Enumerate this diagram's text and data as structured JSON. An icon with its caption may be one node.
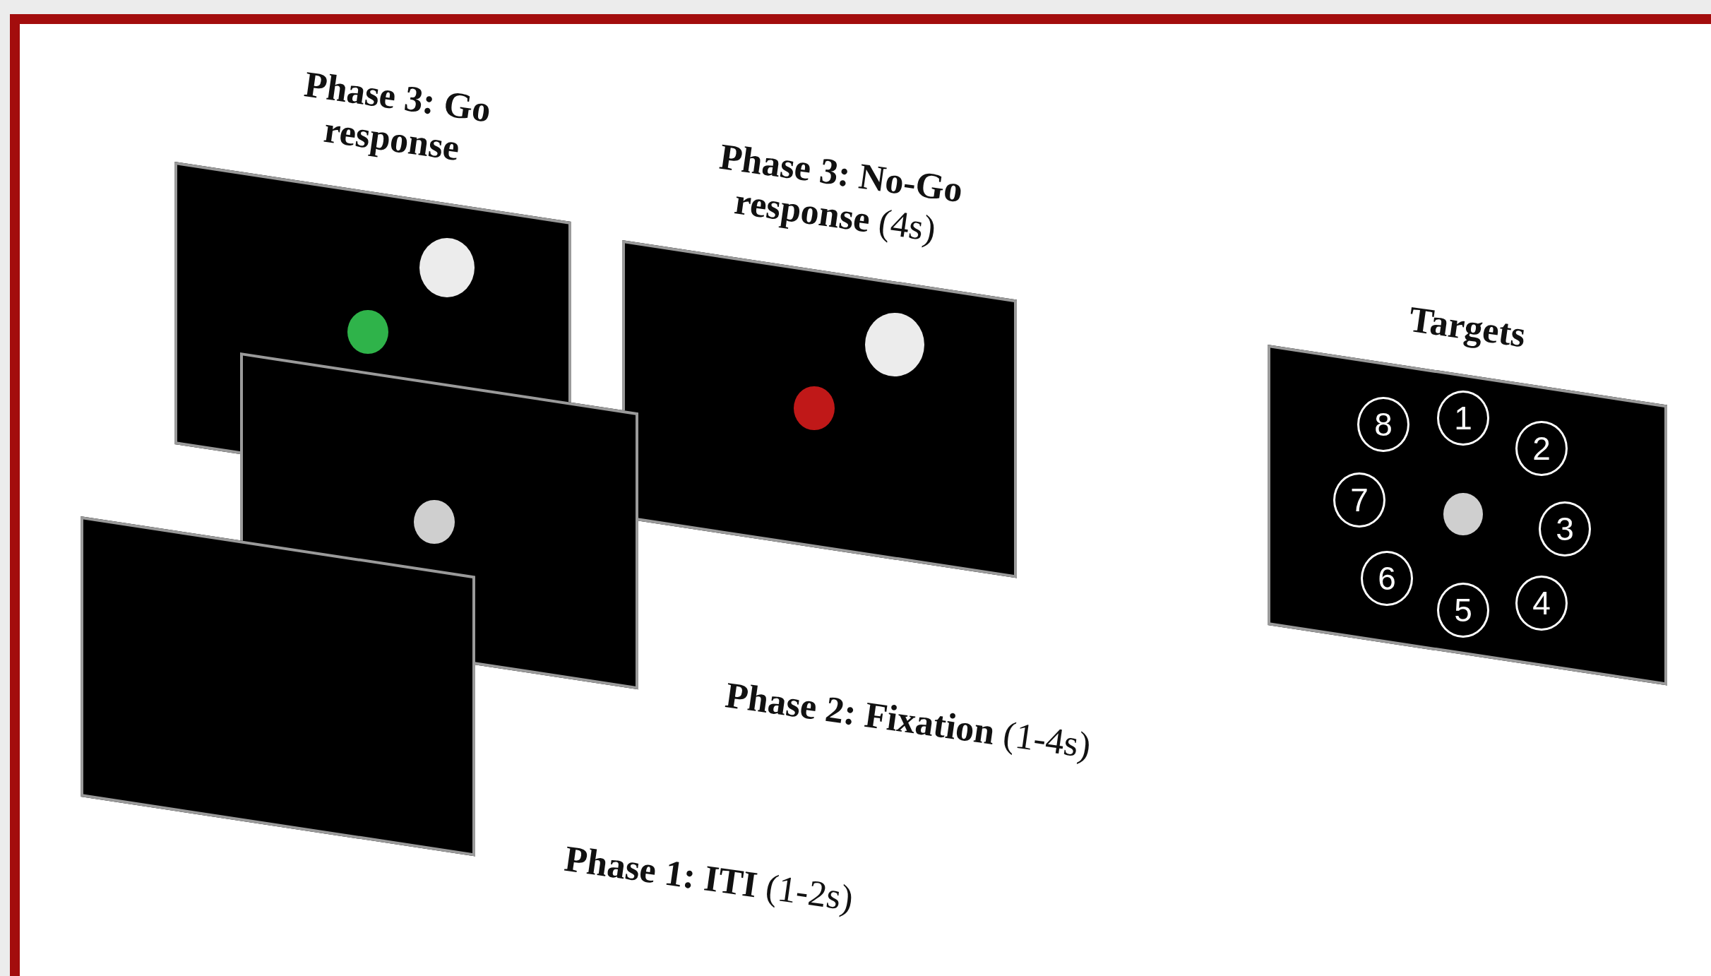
{
  "diagram": {
    "nodes": [
      {
        "text": [
          "Phase 3: Go response"
        ]
      },
      {
        "text": [],
        "shape": "circle",
        "in": 0
      },
      {
        "text": [],
        "shape": "circle",
        "in": 0
      },
      {
        "text": [
          "**Phase 3: No-Go response** (4s)"
        ]
      },
      {
        "text": [],
        "shape": "circle",
        "in": 3
      },
      {
        "text": [],
        "shape": "circle",
        "in": 3
      },
      {
        "text": [
          "**Phase 2: Fixation** (1-4s)"
        ]
      },
      {
        "text": [],
        "shape": "circle",
        "in": 6
      },
      {
        "text": [
          "**Phase 1: ITI** (1-2s)"
        ]
      },
      {
        "text": [
          "Targets"
        ]
      },
      {
        "text": [
          "8"
        ],
        "in": 9
      },
      {
        "text": [
          "1"
        ],
        "in": 9
      },
      {
        "text": [
          "2"
        ],
        "in": 9
      },
      {
        "text": [
          "7"
        ],
        "in": 9
      },
      {
        "text": [],
        "shape": "circle",
        "in": 9
      },
      {
        "text": [
          "3"
        ],
        "in": 9
      },
      {
        "text": [
          "6"
        ],
        "in": 9
      },
      {
        "text": [
          "5"
        ],
        "in": 9
      },
      {
        "text": [
          "4"
        ],
        "in": 9
      }
    ],
    "edges": []
  }
}
